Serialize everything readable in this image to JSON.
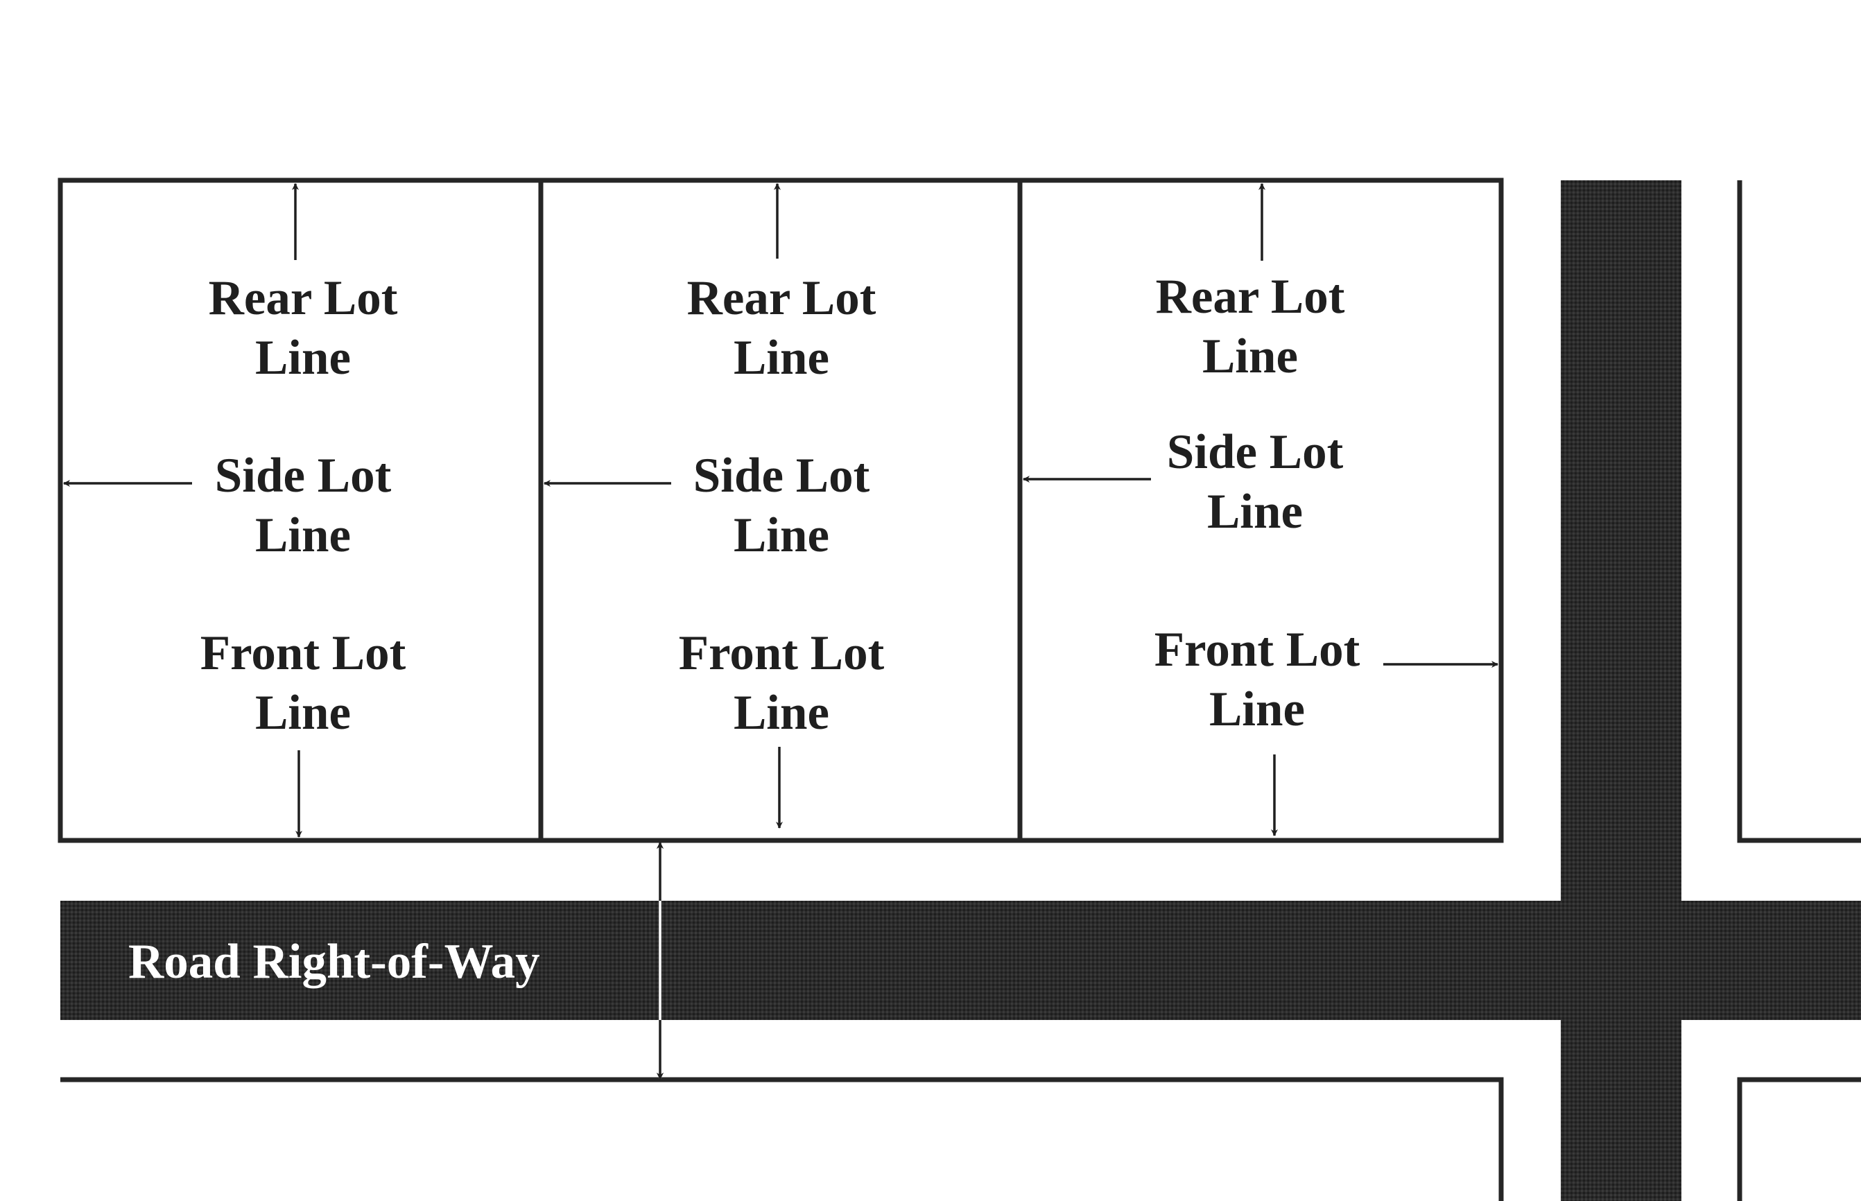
{
  "diagram": {
    "road_label": "Road Right-of-Way",
    "lots": [
      {
        "rear": [
          "Rear Lot",
          "Line"
        ],
        "side": [
          "Side Lot",
          "Line"
        ],
        "front": [
          "Front Lot",
          "Line"
        ]
      },
      {
        "rear": [
          "Rear Lot",
          "Line"
        ],
        "side": [
          "Side Lot",
          "Line"
        ],
        "front": [
          "Front Lot",
          "Line"
        ]
      },
      {
        "rear": [
          "Rear Lot",
          "Line"
        ],
        "side": [
          "Side Lot",
          "Line"
        ],
        "front": [
          "Front Lot",
          "Line"
        ]
      }
    ]
  },
  "colors": {
    "ink": "#262626",
    "road": "#2a2a2a",
    "road_text": "#ffffff",
    "background": "#ffffff"
  }
}
